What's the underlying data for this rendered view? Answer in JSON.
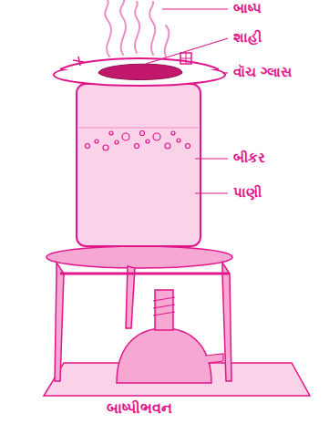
{
  "diagram": {
    "caption": "બાષ્પીભવન",
    "labels": [
      "બાષ્પ",
      "શાહી",
      "વૉચ ગ્લાસ",
      "બીકર",
      "પાણી"
    ]
  }
}
